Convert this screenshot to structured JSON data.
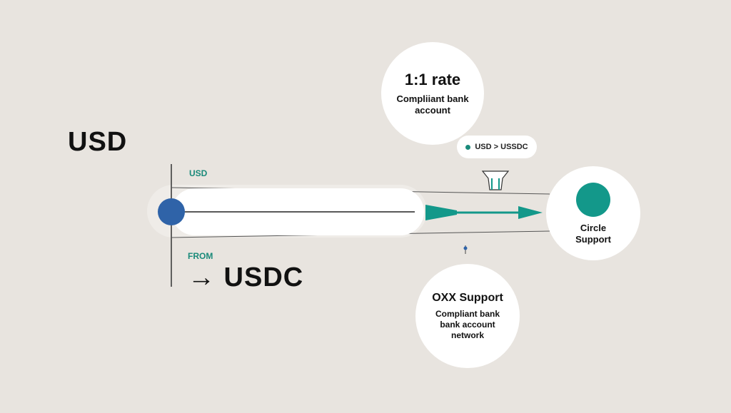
{
  "colors": {
    "background": "#e8e4df",
    "teal": "#13988a",
    "blue": "#2f63a8",
    "bubble": "#ffffff"
  },
  "labels": {
    "source_currency": "USD",
    "usd_small": "USD",
    "from": "FROM",
    "target_currency": "→ USDC"
  },
  "rate_bubble": {
    "title": "1:1 rate",
    "line1": "Compliiant bank",
    "line2": "account"
  },
  "conversion_pill": {
    "text": "USD > USSDC"
  },
  "circle_node": {
    "line1": "Circle",
    "line2": "Support"
  },
  "oxx_bubble": {
    "title": "OXX Support",
    "line1": "Compliant bank",
    "line2": "bank account",
    "line3": "network"
  }
}
